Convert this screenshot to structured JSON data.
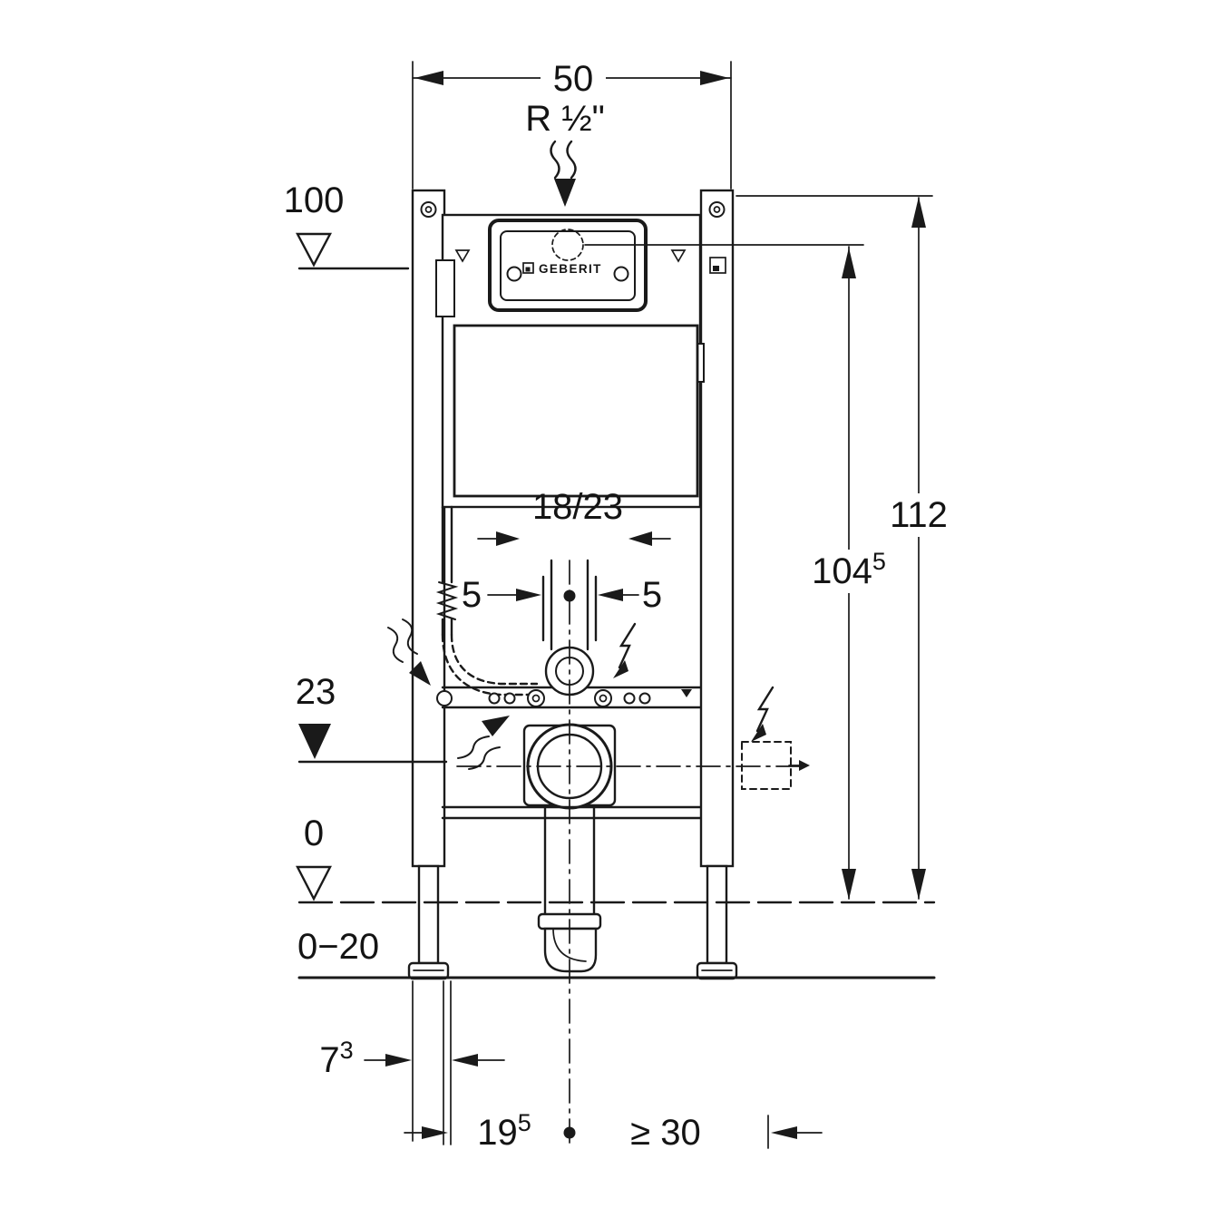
{
  "drawing": {
    "background": "#ffffff",
    "line_color": "#1a1a1a",
    "type": "installation-frame-dimensional-drawing"
  },
  "brand": {
    "logo_text": "GEBERIT"
  },
  "icons": {
    "level_open": "open-triangle-level-marker",
    "level_filled": "filled-triangle-level-marker",
    "lightning": "lightning-bolt",
    "wavy_arrow": "wavy-flow-arrow",
    "center_dot": "centerline-dot"
  },
  "dimensions": {
    "top_width": "50",
    "supply_thread": "R ½\"",
    "top_level": "100",
    "total_height": "112",
    "actuator_height": {
      "value": "104",
      "sup": "5"
    },
    "flush_pipe": "18/23",
    "offset_left": "5",
    "offset_right": "5",
    "outlet_level": "23",
    "floor_level": "0",
    "floor_buildup": "0−20",
    "wall_distance": {
      "value": "7",
      "sup": "3"
    },
    "outlet_distance": {
      "value": "19",
      "sup": "5"
    },
    "power_distance": "≥ 30"
  }
}
